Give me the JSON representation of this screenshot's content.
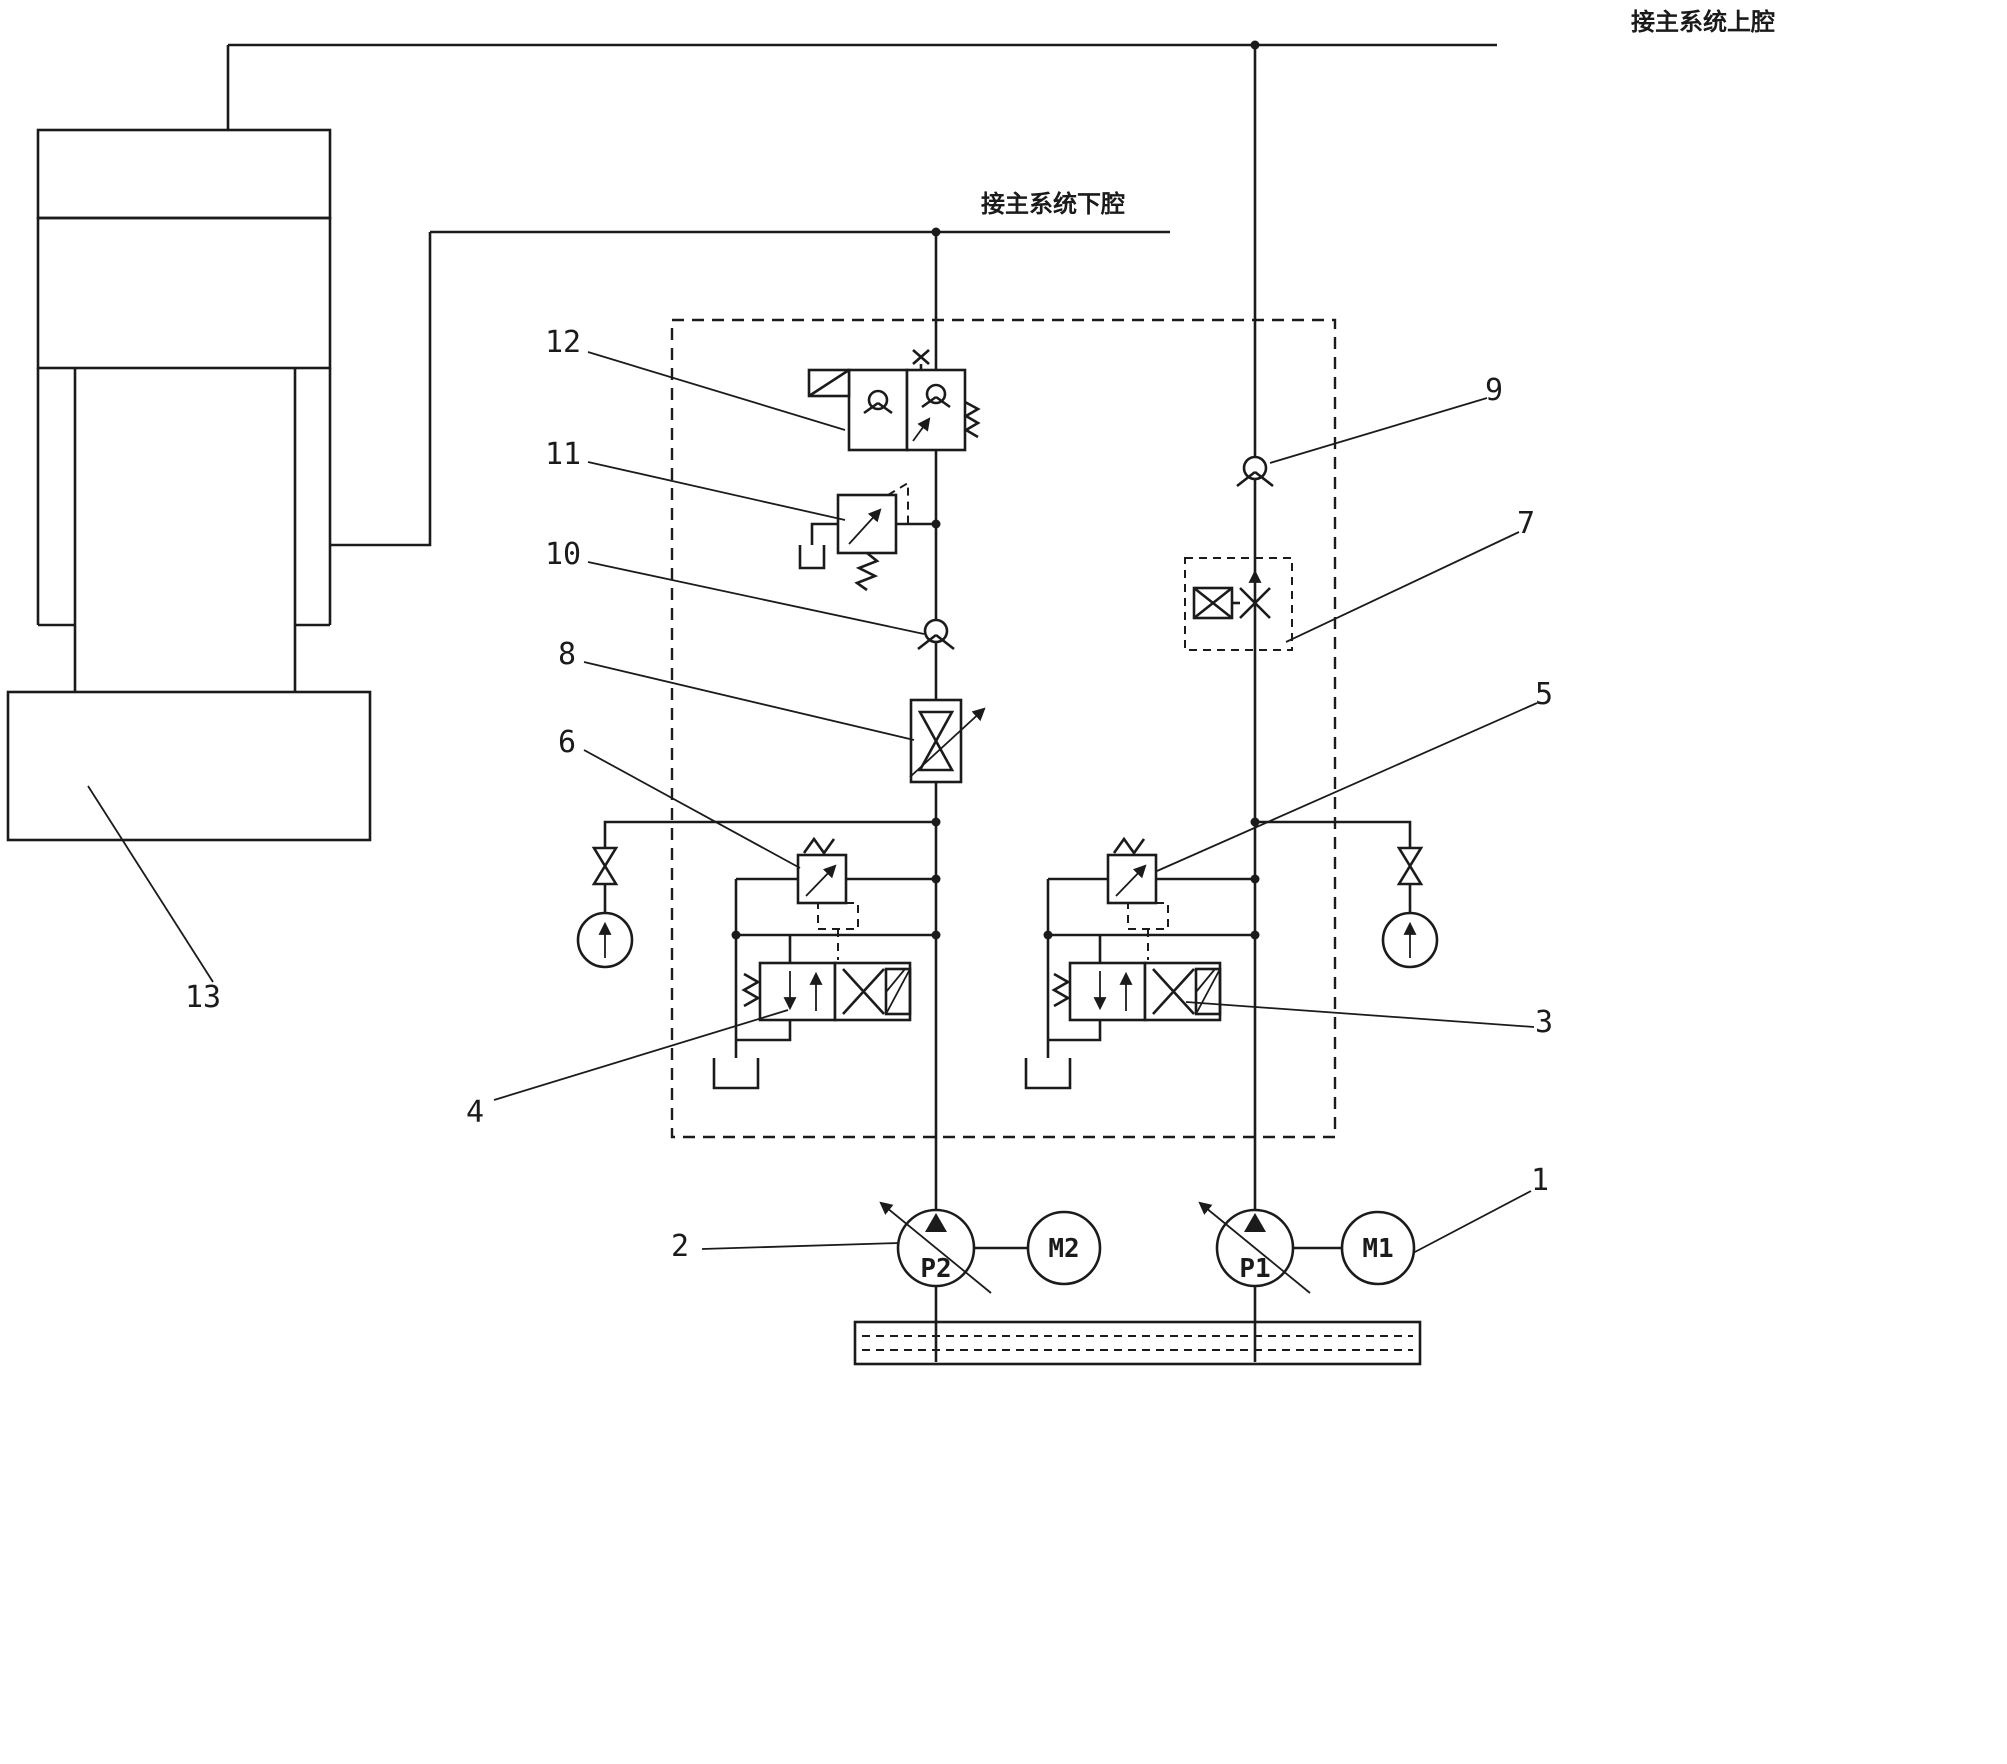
{
  "colors": {
    "background": "#ffffff",
    "line": "#1b1b1b"
  },
  "annotations": {
    "upper_chamber": "接主系统上腔",
    "lower_chamber": "接主系统下腔"
  },
  "callouts": {
    "c1": "1",
    "c2": "2",
    "c3": "3",
    "c4": "4",
    "c5": "5",
    "c6": "6",
    "c7": "7",
    "c8": "8",
    "c9": "9",
    "c10": "10",
    "c11": "11",
    "c12": "12",
    "c13": "13"
  },
  "units": {
    "pump_left": "P2",
    "motor_left": "M2",
    "pump_right": "P1",
    "motor_right": "M1"
  }
}
